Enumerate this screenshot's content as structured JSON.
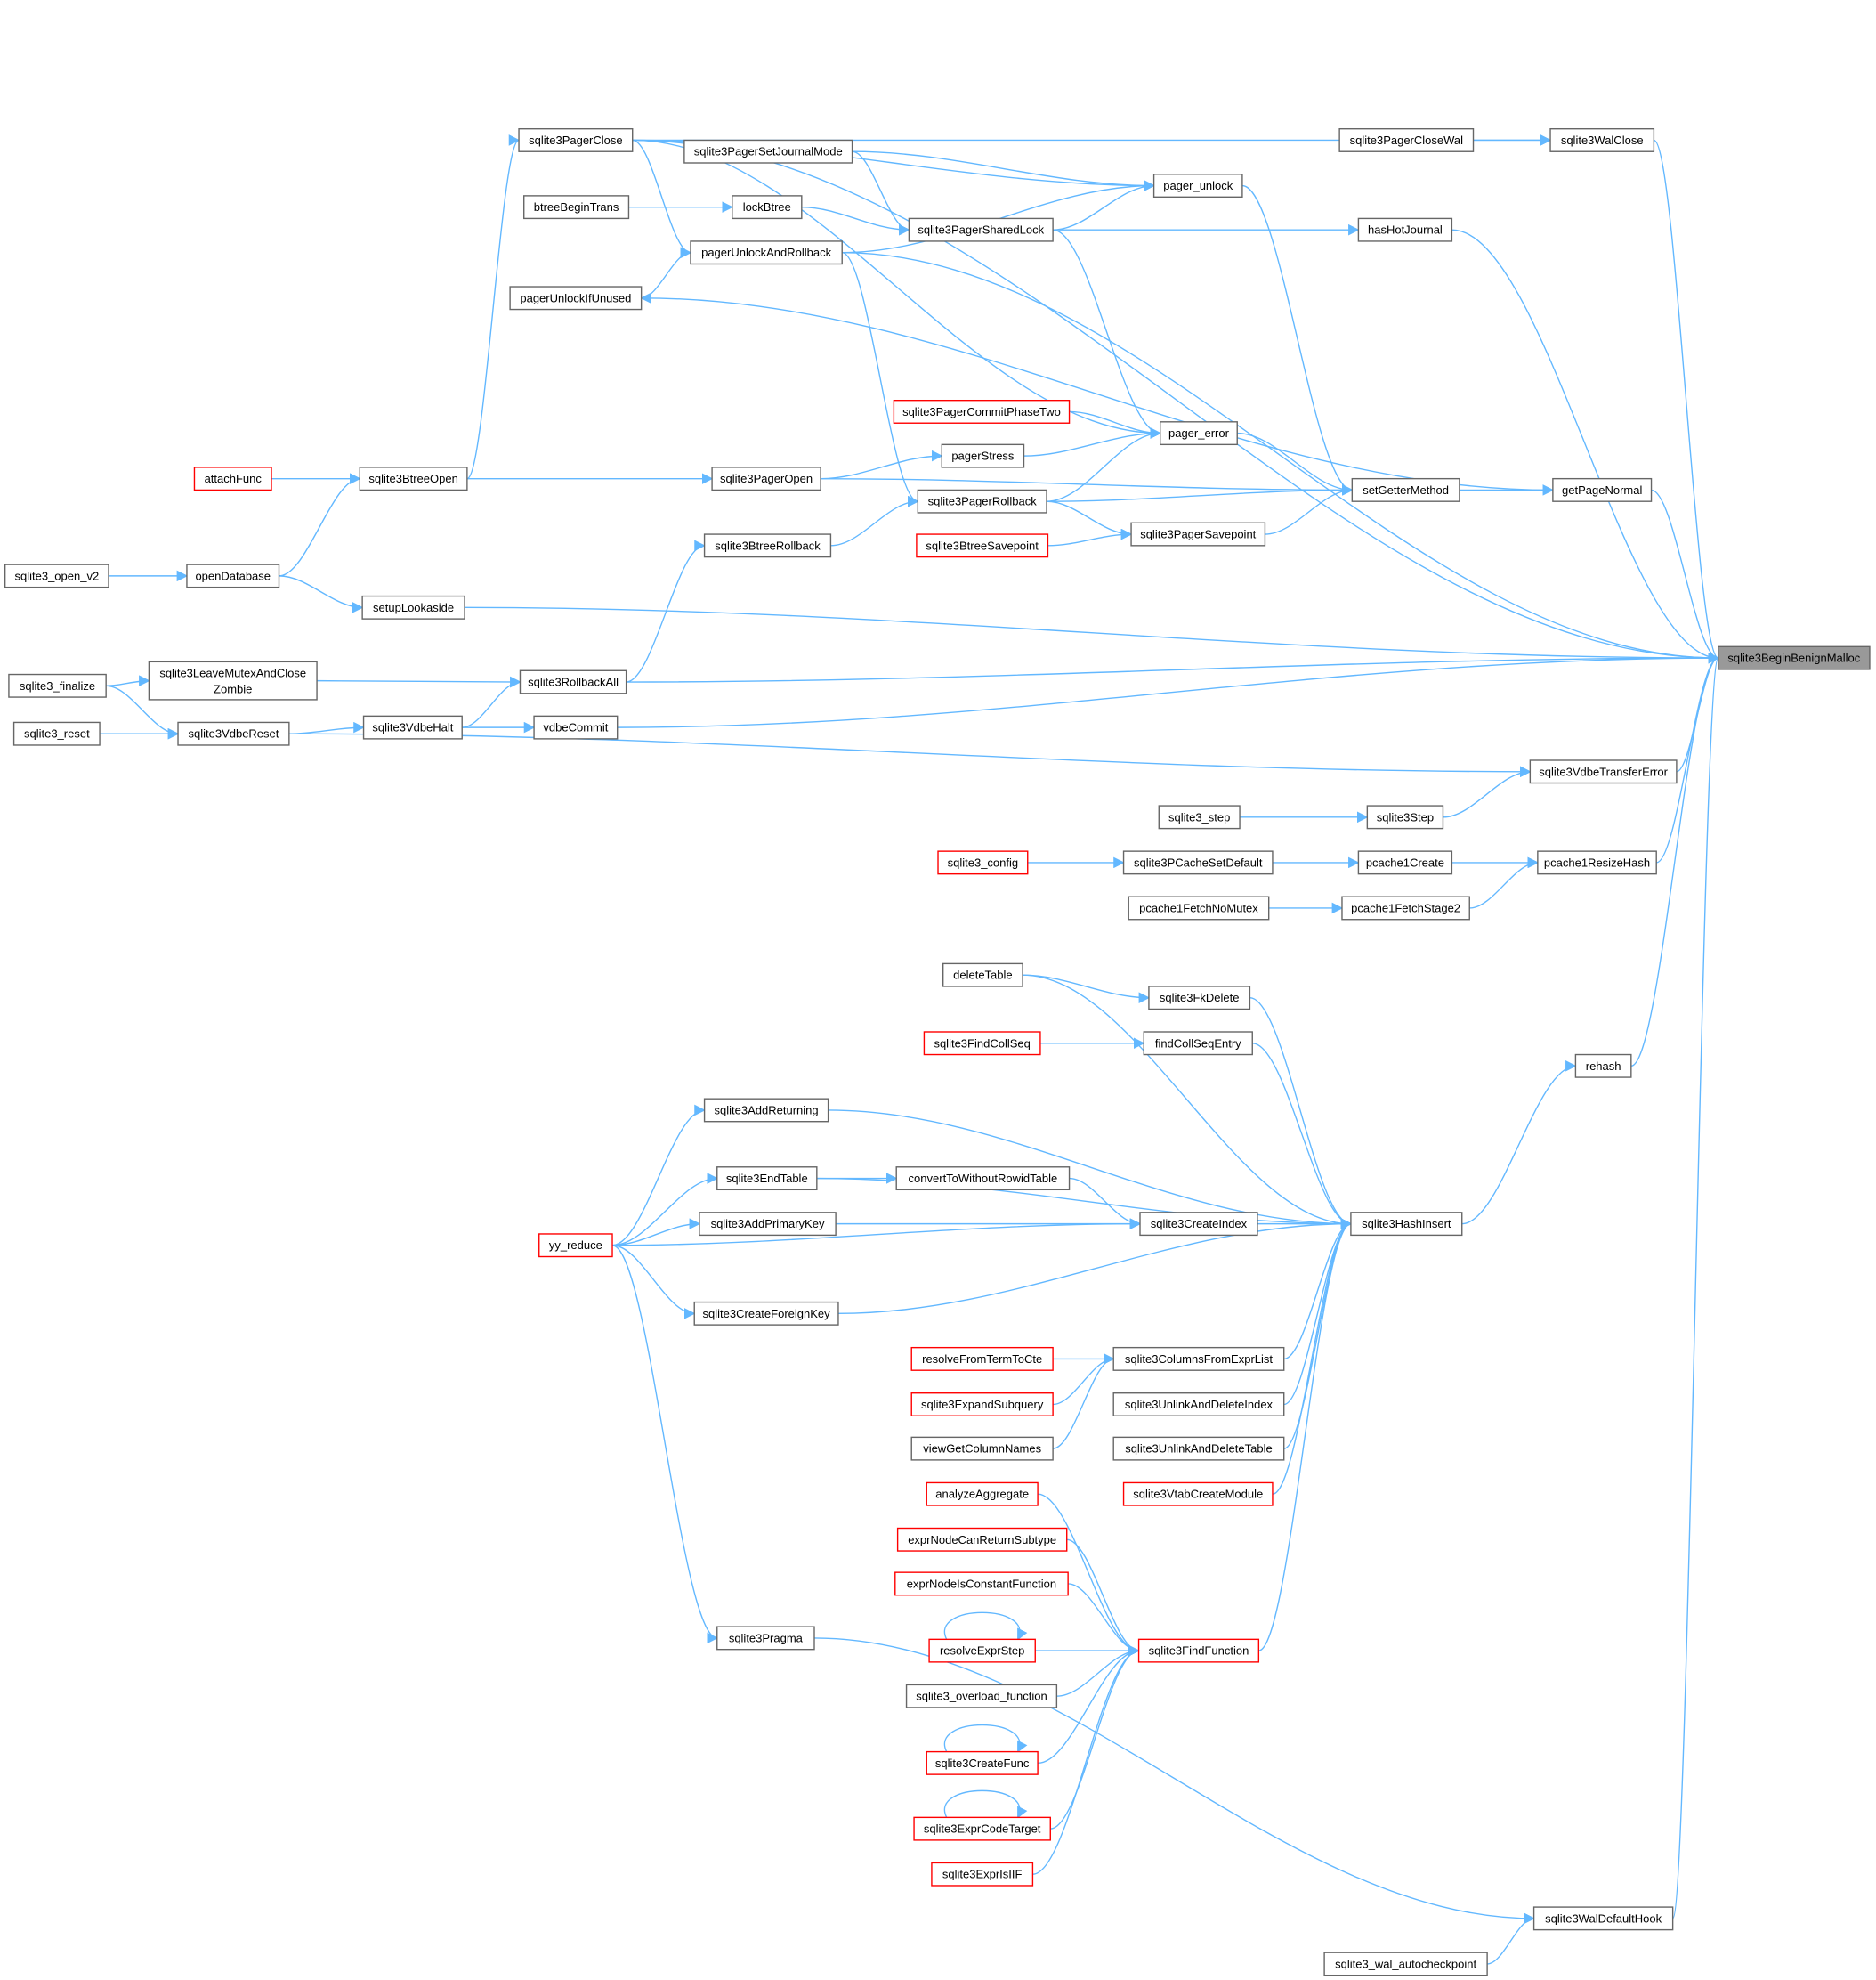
{
  "colors": {
    "edge": "#63b8ff",
    "node_border": "#666666",
    "truncated_border": "#ff0000",
    "root_fill": "#999999",
    "background": "#ffffff"
  },
  "legend_semantics": {
    "truncated_style": "red-bordered nodes"
  },
  "root": "sqlite3BeginBenignMalloc",
  "nodes": [
    {
      "id": "sqlite3BeginBenignMalloc",
      "label": "sqlite3BeginBenignMalloc",
      "root": true
    },
    {
      "id": "sqlite3PagerClose",
      "label": "sqlite3PagerClose"
    },
    {
      "id": "sqlite3PagerSetJournalMode",
      "label": "sqlite3PagerSetJournalMode"
    },
    {
      "id": "btreeBeginTrans",
      "label": "btreeBeginTrans"
    },
    {
      "id": "lockBtree",
      "label": "lockBtree"
    },
    {
      "id": "pagerUnlockAndRollback",
      "label": "pagerUnlockAndRollback"
    },
    {
      "id": "pagerUnlockIfUnused",
      "label": "pagerUnlockIfUnused"
    },
    {
      "id": "sqlite3PagerSharedLock",
      "label": "sqlite3PagerSharedLock"
    },
    {
      "id": "pager_unlock",
      "label": "pager_unlock"
    },
    {
      "id": "sqlite3PagerCloseWal",
      "label": "sqlite3PagerCloseWal"
    },
    {
      "id": "sqlite3WalClose",
      "label": "sqlite3WalClose"
    },
    {
      "id": "hasHotJournal",
      "label": "hasHotJournal"
    },
    {
      "id": "sqlite3PagerCommitPhaseTwo",
      "label": "sqlite3PagerCommitPhaseTwo",
      "truncated": true
    },
    {
      "id": "pager_error",
      "label": "pager_error"
    },
    {
      "id": "pagerStress",
      "label": "pagerStress"
    },
    {
      "id": "attachFunc",
      "label": "attachFunc",
      "truncated": true
    },
    {
      "id": "sqlite3BtreeOpen",
      "label": "sqlite3BtreeOpen"
    },
    {
      "id": "sqlite3PagerOpen",
      "label": "sqlite3PagerOpen"
    },
    {
      "id": "sqlite3PagerRollback",
      "label": "sqlite3PagerRollback"
    },
    {
      "id": "setGetterMethod",
      "label": "setGetterMethod"
    },
    {
      "id": "getPageNormal",
      "label": "getPageNormal"
    },
    {
      "id": "sqlite3BtreeRollback",
      "label": "sqlite3BtreeRollback"
    },
    {
      "id": "sqlite3BtreeSavepoint",
      "label": "sqlite3BtreeSavepoint",
      "truncated": true
    },
    {
      "id": "sqlite3PagerSavepoint",
      "label": "sqlite3PagerSavepoint"
    },
    {
      "id": "sqlite3_open_v2",
      "label": "sqlite3_open_v2"
    },
    {
      "id": "openDatabase",
      "label": "openDatabase"
    },
    {
      "id": "setupLookaside",
      "label": "setupLookaside"
    },
    {
      "id": "sqlite3_finalize",
      "label": "sqlite3_finalize"
    },
    {
      "id": "sqlite3LeaveMutexAndCloseZombie",
      "label": "sqlite3LeaveMutexAndCloseZombie",
      "lines": [
        "sqlite3LeaveMutexAndClose",
        "Zombie"
      ]
    },
    {
      "id": "sqlite3RollbackAll",
      "label": "sqlite3RollbackAll"
    },
    {
      "id": "sqlite3_reset",
      "label": "sqlite3_reset"
    },
    {
      "id": "sqlite3VdbeReset",
      "label": "sqlite3VdbeReset"
    },
    {
      "id": "sqlite3VdbeHalt",
      "label": "sqlite3VdbeHalt"
    },
    {
      "id": "vdbeCommit",
      "label": "vdbeCommit"
    },
    {
      "id": "sqlite3VdbeTransferError",
      "label": "sqlite3VdbeTransferError"
    },
    {
      "id": "sqlite3_step",
      "label": "sqlite3_step"
    },
    {
      "id": "sqlite3Step",
      "label": "sqlite3Step"
    },
    {
      "id": "sqlite3_config",
      "label": "sqlite3_config",
      "truncated": true
    },
    {
      "id": "sqlite3PCacheSetDefault",
      "label": "sqlite3PCacheSetDefault"
    },
    {
      "id": "pcache1Create",
      "label": "pcache1Create"
    },
    {
      "id": "pcache1ResizeHash",
      "label": "pcache1ResizeHash"
    },
    {
      "id": "pcache1FetchNoMutex",
      "label": "pcache1FetchNoMutex"
    },
    {
      "id": "pcache1FetchStage2",
      "label": "pcache1FetchStage2"
    },
    {
      "id": "deleteTable",
      "label": "deleteTable"
    },
    {
      "id": "sqlite3FkDelete",
      "label": "sqlite3FkDelete"
    },
    {
      "id": "sqlite3FindCollSeq",
      "label": "sqlite3FindCollSeq",
      "truncated": true
    },
    {
      "id": "findCollSeqEntry",
      "label": "findCollSeqEntry"
    },
    {
      "id": "rehash",
      "label": "rehash"
    },
    {
      "id": "sqlite3AddReturning",
      "label": "sqlite3AddReturning"
    },
    {
      "id": "sqlite3EndTable",
      "label": "sqlite3EndTable"
    },
    {
      "id": "convertToWithoutRowidTable",
      "label": "convertToWithoutRowidTable"
    },
    {
      "id": "sqlite3AddPrimaryKey",
      "label": "sqlite3AddPrimaryKey"
    },
    {
      "id": "sqlite3CreateIndex",
      "label": "sqlite3CreateIndex"
    },
    {
      "id": "sqlite3HashInsert",
      "label": "sqlite3HashInsert"
    },
    {
      "id": "yy_reduce",
      "label": "yy_reduce",
      "truncated": true
    },
    {
      "id": "sqlite3CreateForeignKey",
      "label": "sqlite3CreateForeignKey"
    },
    {
      "id": "resolveFromTermToCte",
      "label": "resolveFromTermToCte",
      "truncated": true
    },
    {
      "id": "sqlite3ColumnsFromExprList",
      "label": "sqlite3ColumnsFromExprList"
    },
    {
      "id": "sqlite3ExpandSubquery",
      "label": "sqlite3ExpandSubquery",
      "truncated": true
    },
    {
      "id": "sqlite3UnlinkAndDeleteIndex",
      "label": "sqlite3UnlinkAndDeleteIndex"
    },
    {
      "id": "viewGetColumnNames",
      "label": "viewGetColumnNames"
    },
    {
      "id": "sqlite3UnlinkAndDeleteTable",
      "label": "sqlite3UnlinkAndDeleteTable"
    },
    {
      "id": "analyzeAggregate",
      "label": "analyzeAggregate",
      "truncated": true
    },
    {
      "id": "sqlite3VtabCreateModule",
      "label": "sqlite3VtabCreateModule",
      "truncated": true
    },
    {
      "id": "exprNodeCanReturnSubtype",
      "label": "exprNodeCanReturnSubtype",
      "truncated": true
    },
    {
      "id": "exprNodeIsConstantFunction",
      "label": "exprNodeIsConstantFunction",
      "truncated": true
    },
    {
      "id": "sqlite3Pragma",
      "label": "sqlite3Pragma"
    },
    {
      "id": "resolveExprStep",
      "label": "resolveExprStep",
      "truncated": true
    },
    {
      "id": "sqlite3FindFunction",
      "label": "sqlite3FindFunction",
      "truncated": true
    },
    {
      "id": "sqlite3_overload_function",
      "label": "sqlite3_overload_function"
    },
    {
      "id": "sqlite3CreateFunc",
      "label": "sqlite3CreateFunc",
      "truncated": true
    },
    {
      "id": "sqlite3ExprCodeTarget",
      "label": "sqlite3ExprCodeTarget",
      "truncated": true
    },
    {
      "id": "sqlite3ExprIsIIF",
      "label": "sqlite3ExprIsIIF",
      "truncated": true
    },
    {
      "id": "sqlite3WalDefaultHook",
      "label": "sqlite3WalDefaultHook"
    },
    {
      "id": "sqlite3_wal_autocheckpoint",
      "label": "sqlite3_wal_autocheckpoint"
    }
  ],
  "edges": [
    [
      "sqlite3PagerClose",
      "sqlite3BeginBenignMalloc"
    ],
    [
      "sqlite3PagerClose",
      "sqlite3WalClose"
    ],
    [
      "sqlite3PagerClose",
      "pager_unlock"
    ],
    [
      "sqlite3PagerClose",
      "pagerUnlockAndRollback"
    ],
    [
      "sqlite3PagerClose",
      "pager_error"
    ],
    [
      "sqlite3PagerSetJournalMode",
      "pager_unlock"
    ],
    [
      "sqlite3PagerSetJournalMode",
      "sqlite3PagerSharedLock"
    ],
    [
      "btreeBeginTrans",
      "lockBtree"
    ],
    [
      "lockBtree",
      "sqlite3PagerSharedLock"
    ],
    [
      "pagerUnlockAndRollback",
      "sqlite3BeginBenignMalloc"
    ],
    [
      "pagerUnlockAndRollback",
      "pager_unlock"
    ],
    [
      "pagerUnlockAndRollback",
      "sqlite3PagerRollback"
    ],
    [
      "pagerUnlockIfUnused",
      "pagerUnlockAndRollback"
    ],
    [
      "sqlite3PagerSharedLock",
      "pager_unlock"
    ],
    [
      "sqlite3PagerSharedLock",
      "hasHotJournal"
    ],
    [
      "sqlite3PagerSharedLock",
      "pager_error"
    ],
    [
      "pager_unlock",
      "setGetterMethod"
    ],
    [
      "sqlite3PagerCloseWal",
      "sqlite3WalClose"
    ],
    [
      "sqlite3WalClose",
      "sqlite3BeginBenignMalloc"
    ],
    [
      "hasHotJournal",
      "sqlite3BeginBenignMalloc"
    ],
    [
      "sqlite3PagerCommitPhaseTwo",
      "pager_error"
    ],
    [
      "pager_error",
      "setGetterMethod"
    ],
    [
      "pagerStress",
      "pager_error"
    ],
    [
      "attachFunc",
      "sqlite3BtreeOpen"
    ],
    [
      "sqlite3BtreeOpen",
      "sqlite3PagerClose"
    ],
    [
      "sqlite3BtreeOpen",
      "sqlite3PagerOpen"
    ],
    [
      "sqlite3PagerOpen",
      "pagerStress"
    ],
    [
      "sqlite3PagerOpen",
      "setGetterMethod"
    ],
    [
      "sqlite3PagerRollback",
      "pager_error"
    ],
    [
      "sqlite3PagerRollback",
      "setGetterMethod"
    ],
    [
      "sqlite3PagerRollback",
      "sqlite3PagerSavepoint"
    ],
    [
      "setGetterMethod",
      "getPageNormal"
    ],
    [
      "getPageNormal",
      "sqlite3BeginBenignMalloc"
    ],
    [
      "getPageNormal",
      "pagerUnlockIfUnused"
    ],
    [
      "sqlite3BtreeRollback",
      "sqlite3PagerRollback"
    ],
    [
      "sqlite3BtreeSavepoint",
      "sqlite3PagerSavepoint"
    ],
    [
      "sqlite3PagerSavepoint",
      "setGetterMethod"
    ],
    [
      "sqlite3_open_v2",
      "openDatabase"
    ],
    [
      "openDatabase",
      "sqlite3BtreeOpen"
    ],
    [
      "openDatabase",
      "setupLookaside"
    ],
    [
      "setupLookaside",
      "sqlite3BeginBenignMalloc"
    ],
    [
      "sqlite3_finalize",
      "sqlite3LeaveMutexAndCloseZombie"
    ],
    [
      "sqlite3_finalize",
      "sqlite3VdbeReset"
    ],
    [
      "sqlite3LeaveMutexAndCloseZombie",
      "sqlite3RollbackAll"
    ],
    [
      "sqlite3RollbackAll",
      "sqlite3BeginBenignMalloc"
    ],
    [
      "sqlite3RollbackAll",
      "sqlite3BtreeRollback"
    ],
    [
      "sqlite3_reset",
      "sqlite3VdbeReset"
    ],
    [
      "sqlite3VdbeReset",
      "sqlite3VdbeHalt"
    ],
    [
      "sqlite3VdbeReset",
      "sqlite3VdbeTransferError"
    ],
    [
      "sqlite3VdbeHalt",
      "sqlite3RollbackAll"
    ],
    [
      "sqlite3VdbeHalt",
      "vdbeCommit"
    ],
    [
      "vdbeCommit",
      "sqlite3BeginBenignMalloc"
    ],
    [
      "sqlite3VdbeTransferError",
      "sqlite3BeginBenignMalloc"
    ],
    [
      "sqlite3_step",
      "sqlite3Step"
    ],
    [
      "sqlite3Step",
      "sqlite3VdbeTransferError"
    ],
    [
      "sqlite3_config",
      "sqlite3PCacheSetDefault"
    ],
    [
      "sqlite3PCacheSetDefault",
      "pcache1Create"
    ],
    [
      "pcache1Create",
      "pcache1ResizeHash"
    ],
    [
      "pcache1ResizeHash",
      "sqlite3BeginBenignMalloc"
    ],
    [
      "pcache1FetchNoMutex",
      "pcache1FetchStage2"
    ],
    [
      "pcache1FetchStage2",
      "pcache1ResizeHash"
    ],
    [
      "deleteTable",
      "sqlite3FkDelete"
    ],
    [
      "deleteTable",
      "sqlite3HashInsert"
    ],
    [
      "sqlite3FkDelete",
      "sqlite3HashInsert"
    ],
    [
      "sqlite3FindCollSeq",
      "findCollSeqEntry"
    ],
    [
      "findCollSeqEntry",
      "sqlite3HashInsert"
    ],
    [
      "rehash",
      "sqlite3BeginBenignMalloc"
    ],
    [
      "sqlite3HashInsert",
      "rehash"
    ],
    [
      "sqlite3AddReturning",
      "sqlite3HashInsert"
    ],
    [
      "sqlite3EndTable",
      "convertToWithoutRowidTable"
    ],
    [
      "sqlite3EndTable",
      "sqlite3HashInsert"
    ],
    [
      "convertToWithoutRowidTable",
      "sqlite3CreateIndex"
    ],
    [
      "sqlite3AddPrimaryKey",
      "sqlite3CreateIndex"
    ],
    [
      "sqlite3CreateIndex",
      "sqlite3HashInsert"
    ],
    [
      "yy_reduce",
      "sqlite3AddReturning"
    ],
    [
      "yy_reduce",
      "sqlite3EndTable"
    ],
    [
      "yy_reduce",
      "sqlite3AddPrimaryKey"
    ],
    [
      "yy_reduce",
      "sqlite3CreateIndex"
    ],
    [
      "yy_reduce",
      "sqlite3CreateForeignKey"
    ],
    [
      "yy_reduce",
      "sqlite3Pragma"
    ],
    [
      "sqlite3CreateForeignKey",
      "sqlite3HashInsert"
    ],
    [
      "resolveFromTermToCte",
      "sqlite3ColumnsFromExprList"
    ],
    [
      "sqlite3ExpandSubquery",
      "sqlite3ColumnsFromExprList"
    ],
    [
      "viewGetColumnNames",
      "sqlite3ColumnsFromExprList"
    ],
    [
      "sqlite3ColumnsFromExprList",
      "sqlite3HashInsert"
    ],
    [
      "sqlite3UnlinkAndDeleteIndex",
      "sqlite3HashInsert"
    ],
    [
      "sqlite3UnlinkAndDeleteTable",
      "sqlite3HashInsert"
    ],
    [
      "sqlite3VtabCreateModule",
      "sqlite3HashInsert"
    ],
    [
      "analyzeAggregate",
      "sqlite3FindFunction"
    ],
    [
      "exprNodeCanReturnSubtype",
      "sqlite3FindFunction"
    ],
    [
      "exprNodeIsConstantFunction",
      "sqlite3FindFunction"
    ],
    [
      "resolveExprStep",
      "sqlite3FindFunction"
    ],
    [
      "resolveExprStep",
      "resolveExprStep"
    ],
    [
      "sqlite3_overload_function",
      "sqlite3FindFunction"
    ],
    [
      "sqlite3CreateFunc",
      "sqlite3FindFunction"
    ],
    [
      "sqlite3CreateFunc",
      "sqlite3CreateFunc"
    ],
    [
      "sqlite3ExprCodeTarget",
      "sqlite3FindFunction"
    ],
    [
      "sqlite3ExprCodeTarget",
      "sqlite3ExprCodeTarget"
    ],
    [
      "sqlite3ExprIsIIF",
      "sqlite3FindFunction"
    ],
    [
      "sqlite3FindFunction",
      "sqlite3HashInsert"
    ],
    [
      "sqlite3Pragma",
      "sqlite3WalDefaultHook"
    ],
    [
      "sqlite3WalDefaultHook",
      "sqlite3BeginBenignMalloc"
    ],
    [
      "sqlite3_wal_autocheckpoint",
      "sqlite3WalDefaultHook"
    ]
  ]
}
